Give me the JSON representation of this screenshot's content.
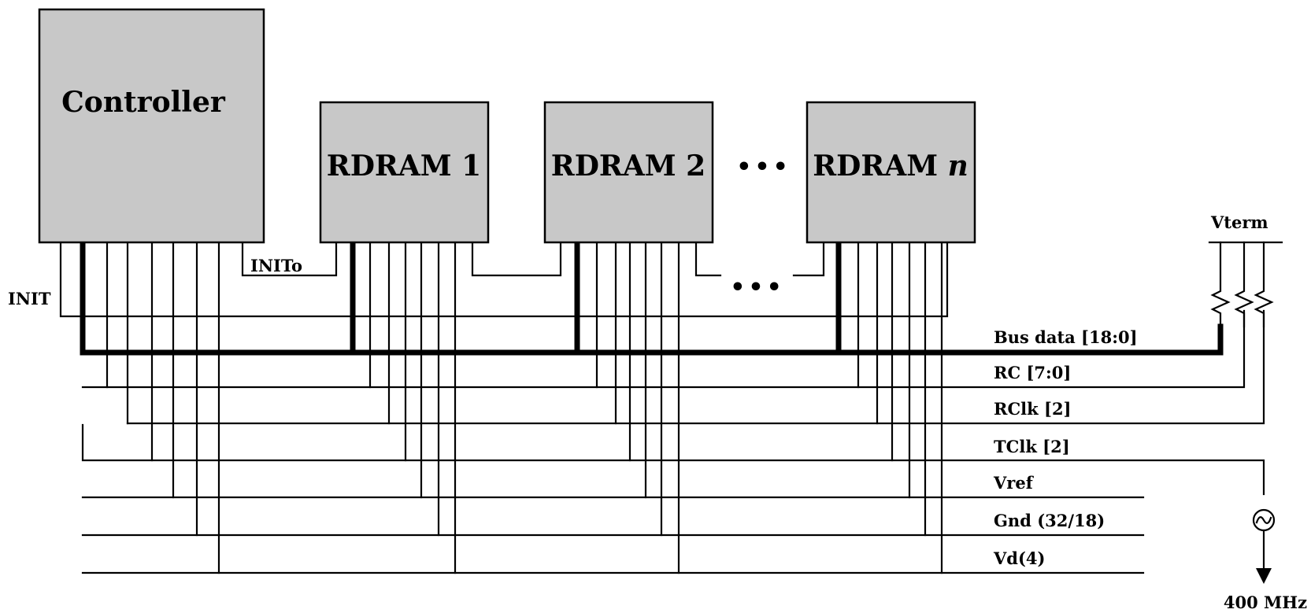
{
  "blocks": {
    "controller": "Controller",
    "rdram1": "RDRAM 1",
    "rdram2": "RDRAM 2",
    "rdramn_prefix": "RDRAM ",
    "rdramn_suffix": "n",
    "ellipsis": "•••"
  },
  "signals": {
    "init": "INIT",
    "inito": "INITo",
    "vterm": "Vterm",
    "clock_freq": "400 MHz",
    "lines": [
      "Bus data [18:0]",
      "RC [7:0]",
      "RClk [2]",
      "TClk [2]",
      "Vref",
      "Gnd (32/18)",
      "Vd(4)"
    ]
  }
}
